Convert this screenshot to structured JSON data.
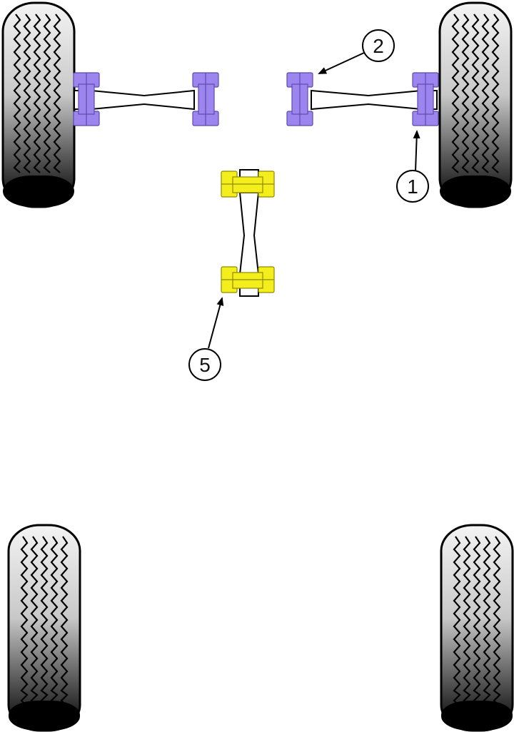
{
  "colors": {
    "bush_purple": "#9d85f0",
    "bush_purple_stroke": "#5e4aa8",
    "bush_yellow": "#f4ef1c",
    "bush_yellow_stroke": "#8f8a00",
    "tyre_dark": "#000000",
    "tyre_light": "#eeeeee",
    "arm_fill": "#ffffff",
    "outline": "#000000"
  },
  "callouts": [
    {
      "id": "callout-1",
      "label": "1"
    },
    {
      "id": "callout-2",
      "label": "2"
    },
    {
      "id": "callout-5",
      "label": "5"
    }
  ]
}
